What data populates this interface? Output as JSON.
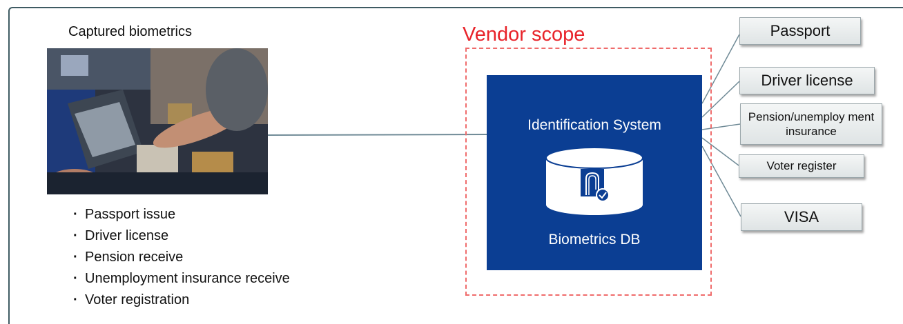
{
  "left": {
    "caption": "Captured biometrics",
    "uses": [
      "Passport issue",
      "Driver license",
      "Pension receive",
      "Unemployment insurance receive",
      "Voter registration"
    ]
  },
  "vendor": {
    "scope_label": "Vendor scope",
    "system_label": "Identification System",
    "db_label": "Biometrics DB"
  },
  "targets": [
    {
      "label": "Passport"
    },
    {
      "label": "Driver license"
    },
    {
      "label": "Pension/unemploy ment insurance"
    },
    {
      "label": "Voter register"
    },
    {
      "label": "VISA"
    }
  ],
  "colors": {
    "vendor_accent": "#e8232a",
    "system_fill": "#0b3e93",
    "frame": "#3f5b63"
  }
}
